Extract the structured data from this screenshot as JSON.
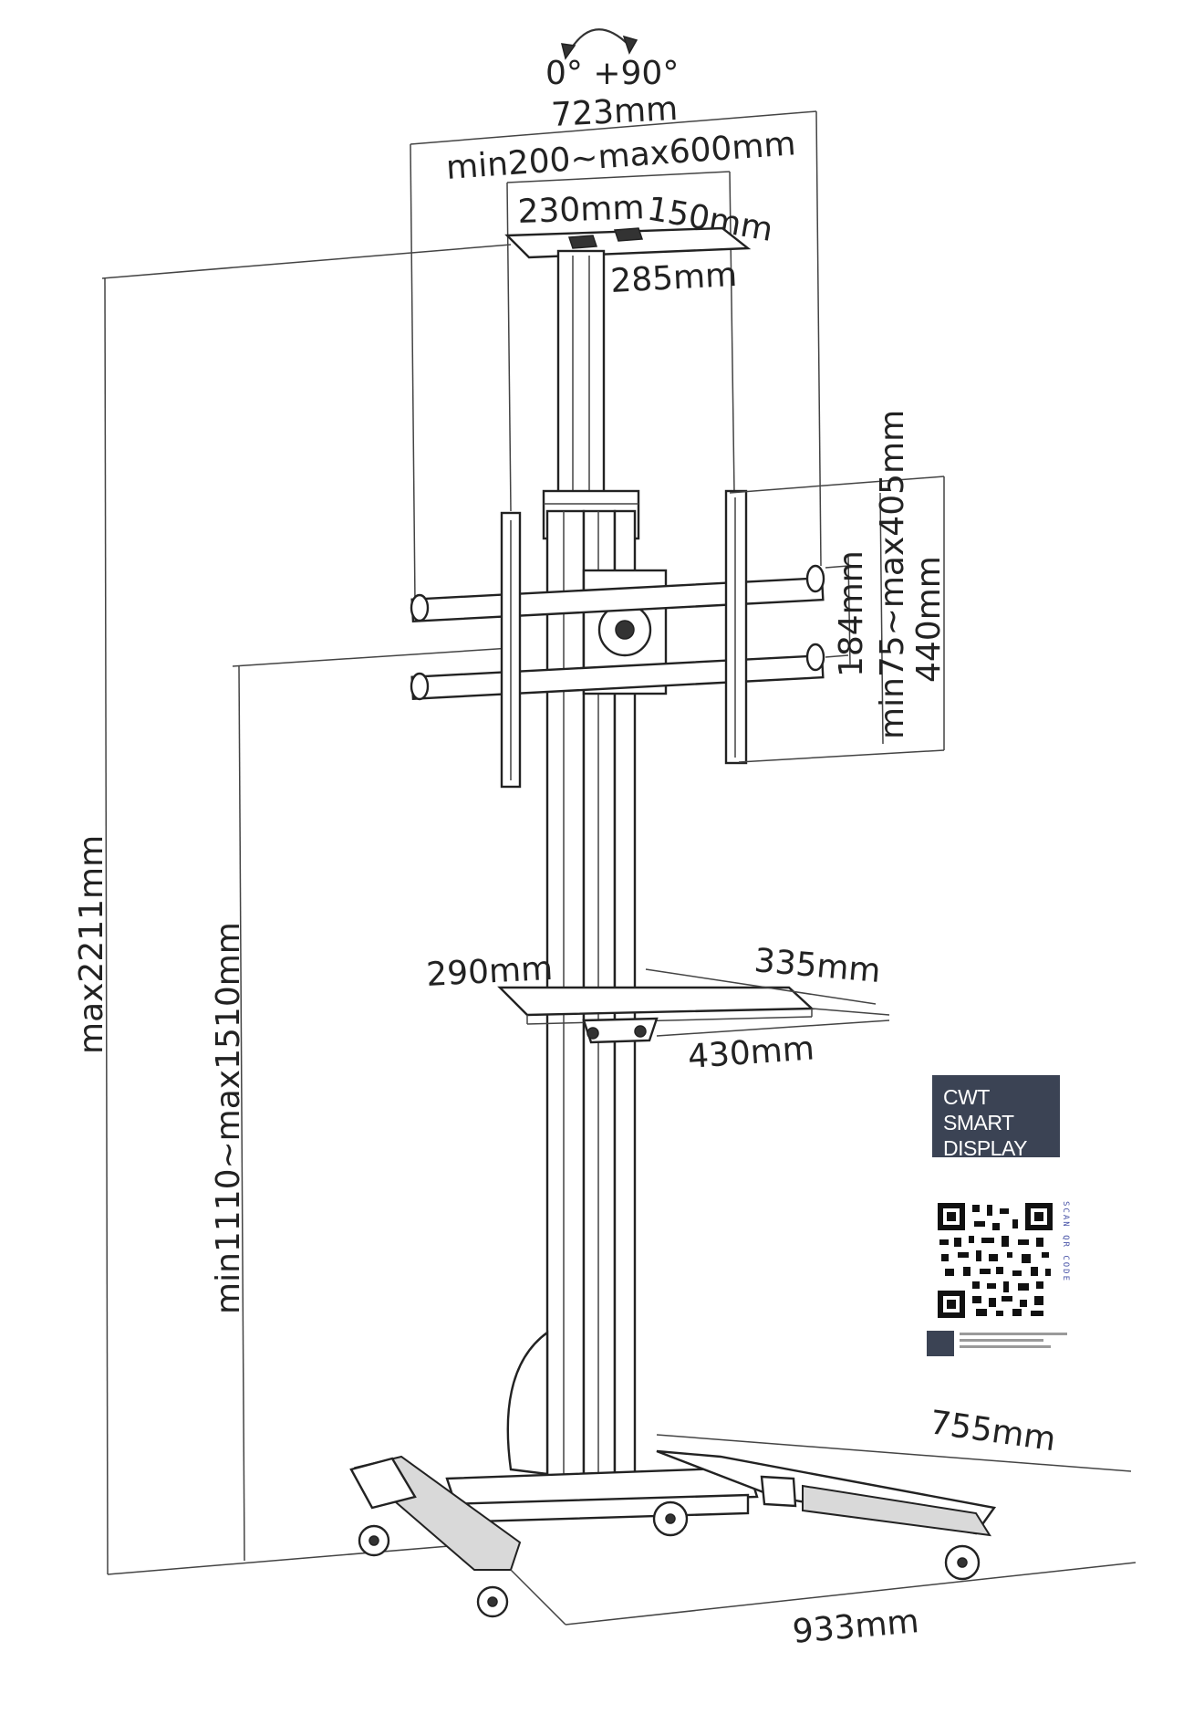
{
  "rotation": {
    "label": "0°  +90°"
  },
  "dimensions": {
    "overall_width": "723mm",
    "vesa_width_range": "min200~max600mm",
    "top_tray_width": "230mm",
    "top_tray_depth": "150mm",
    "top_tray_length": "285mm",
    "bracket_spacing": "184mm",
    "vesa_height_range": "min75~max405mm",
    "bracket_height": "440mm",
    "max_height": "max2211mm",
    "center_height_range": "min1110~max1510mm",
    "shelf_depth": "290mm",
    "shelf_width_a": "335mm",
    "shelf_width_b": "430mm",
    "base_depth": "755mm",
    "base_width": "933mm"
  },
  "brand": {
    "line1": "CWT",
    "line2": "SMART",
    "line3": "DISPLAY",
    "scan_label": "SCAN QR CODE"
  },
  "colors": {
    "brand_bg": "#3b4354",
    "scan_text": "#4a55a8"
  }
}
